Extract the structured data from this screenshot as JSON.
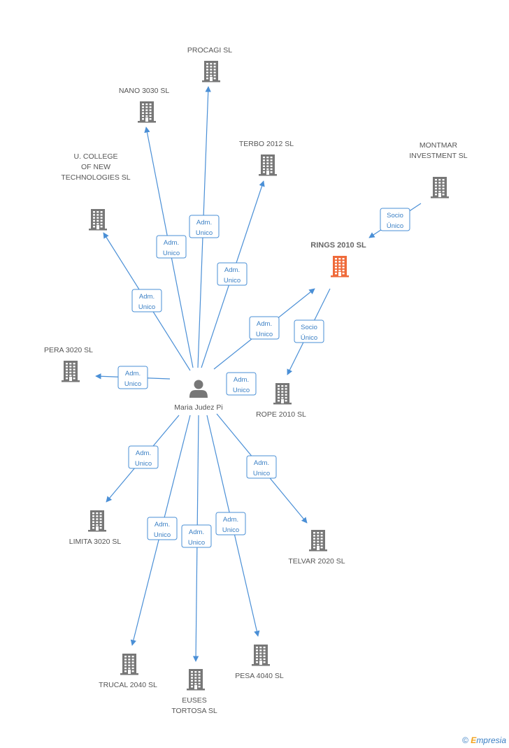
{
  "colors": {
    "edge": "#4a8fd6",
    "building": "#777777",
    "highlight": "#ef6a3a"
  },
  "person": {
    "name": "Maria Judez Pi",
    "icon": "person-icon"
  },
  "companies": [
    {
      "id": "procagi",
      "lines": [
        "PROCAGI SL"
      ]
    },
    {
      "id": "nano",
      "lines": [
        "NANO 3030 SL"
      ]
    },
    {
      "id": "terbo",
      "lines": [
        "TERBO 2012 SL"
      ]
    },
    {
      "id": "montmar",
      "lines": [
        "MONTMAR",
        "INVESTMENT  SL"
      ]
    },
    {
      "id": "college",
      "lines": [
        "U.  COLLEGE",
        "OF NEW",
        "TECHNOLOGIES SL"
      ]
    },
    {
      "id": "rings",
      "lines": [
        "RINGS 2010 SL"
      ],
      "highlight": true
    },
    {
      "id": "pera",
      "lines": [
        "PERA 3020  SL"
      ]
    },
    {
      "id": "rope",
      "lines": [
        "ROPE 2010  SL"
      ]
    },
    {
      "id": "limita",
      "lines": [
        "LIMITA 3020 SL"
      ]
    },
    {
      "id": "telvar",
      "lines": [
        "TELVAR 2020 SL"
      ]
    },
    {
      "id": "trucal",
      "lines": [
        "TRUCAL 2040 SL"
      ]
    },
    {
      "id": "euses",
      "lines": [
        "EUSES",
        "TORTOSA SL"
      ]
    },
    {
      "id": "pesa",
      "lines": [
        "PESA 4040 SL"
      ]
    }
  ],
  "relations": [
    {
      "from": "person",
      "to": "procagi",
      "lines": [
        "Adm.",
        "Unico"
      ]
    },
    {
      "from": "person",
      "to": "nano",
      "lines": [
        "Adm.",
        "Unico"
      ]
    },
    {
      "from": "person",
      "to": "terbo",
      "lines": [
        "Adm.",
        "Unico"
      ]
    },
    {
      "from": "person",
      "to": "college",
      "lines": [
        "Adm.",
        "Unico"
      ]
    },
    {
      "from": "person",
      "to": "rings",
      "lines": [
        "Adm.",
        "Unico"
      ]
    },
    {
      "from": "person",
      "to": "pera",
      "lines": [
        "Adm.",
        "Unico"
      ]
    },
    {
      "from": "person",
      "to": "rope",
      "lines": [
        "Adm.",
        "Unico"
      ]
    },
    {
      "from": "person",
      "to": "limita",
      "lines": [
        "Adm.",
        "Unico"
      ]
    },
    {
      "from": "person",
      "to": "telvar",
      "lines": [
        "Adm.",
        "Unico"
      ]
    },
    {
      "from": "person",
      "to": "trucal",
      "lines": [
        "Adm.",
        "Unico"
      ]
    },
    {
      "from": "person",
      "to": "euses",
      "lines": [
        "Adm.",
        "Unico"
      ]
    },
    {
      "from": "person",
      "to": "pesa",
      "lines": [
        "Adm.",
        "Unico"
      ]
    },
    {
      "from": "montmar",
      "to": "rings",
      "lines": [
        "Socio",
        "Único"
      ]
    },
    {
      "from": "rings",
      "to": "rope",
      "lines": [
        "Socio",
        "Único"
      ]
    }
  ],
  "footer": {
    "copyright": "©",
    "brand_initial": "E",
    "brand_rest": "mpresia"
  }
}
